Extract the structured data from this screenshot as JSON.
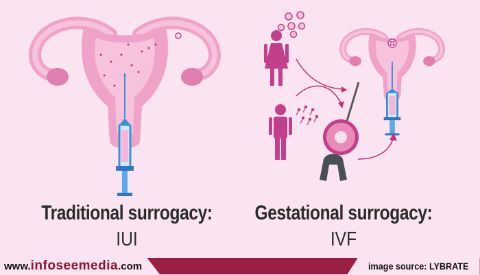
{
  "panels": {
    "left": {
      "title": "Traditional surrogacy:",
      "method": "IUI"
    },
    "right": {
      "title": "Gestational surrogacy:",
      "method": "IVF"
    }
  },
  "footer": {
    "prefix": "www.",
    "brand": "infoseemedia",
    "suffix": ".com",
    "source": "image source: LYBRATE"
  },
  "icons": [
    "uterus-icon",
    "syringe-icon",
    "woman-icon",
    "man-icon",
    "egg-icon",
    "sperm-icon",
    "arrow-icon",
    "petri-dish-icon",
    "embryo-icon",
    "pipette-icon"
  ],
  "colors": {
    "background": "#fbe4f1",
    "uterus": "#f0a3c8",
    "uterus_dark": "#e07fb0",
    "syringe_blue": "#3f8fd6",
    "figure_magenta": "#c2408a",
    "arrow": "#c4306f",
    "footer_band": "#9a1f45"
  }
}
